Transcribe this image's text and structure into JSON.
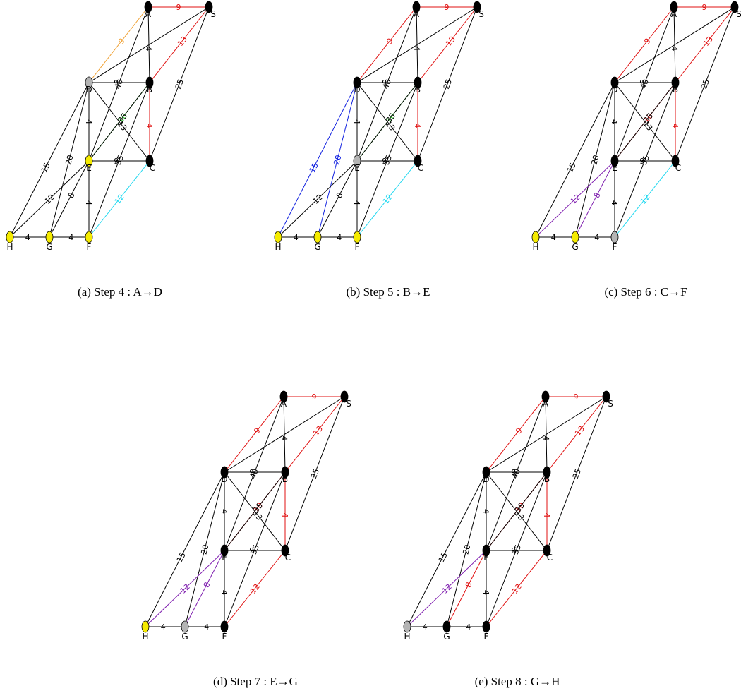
{
  "colors": {
    "default_edge": "#000000",
    "relaxed_edge": "#e01010",
    "black_node": "#000000",
    "gray_node": "#b4b4b4",
    "yellow_node": "#f5eb00",
    "orange": "#f0a030",
    "green": "#30d030",
    "cyan": "#20d8f0",
    "blue": "#1020e0",
    "purple": "#8020b0"
  },
  "graph": {
    "nodes": [
      "A",
      "S",
      "D",
      "B",
      "E",
      "C",
      "H",
      "G",
      "F"
    ],
    "edges": [
      {
        "id": "AS",
        "from": "A",
        "to": "S",
        "weight": "9"
      },
      {
        "id": "AD",
        "from": "A",
        "to": "D",
        "weight": "9"
      },
      {
        "id": "AB",
        "from": "A",
        "to": "B",
        "weight": "4"
      },
      {
        "id": "AE",
        "from": "A",
        "to": "E",
        "weight": "40"
      },
      {
        "id": "SB",
        "from": "S",
        "to": "B",
        "weight": "13"
      },
      {
        "id": "SD",
        "from": "S",
        "to": "D",
        "weight": ""
      },
      {
        "id": "SC",
        "from": "S",
        "to": "C",
        "weight": "25"
      },
      {
        "id": "DB",
        "from": "D",
        "to": "B",
        "weight": "9"
      },
      {
        "id": "DC",
        "from": "D",
        "to": "C",
        "weight": "13"
      },
      {
        "id": "DE",
        "from": "D",
        "to": "E",
        "weight": "4"
      },
      {
        "id": "DF",
        "from": "D",
        "to": "F",
        "weight": ""
      },
      {
        "id": "DH",
        "from": "D",
        "to": "H",
        "weight": "15"
      },
      {
        "id": "DG",
        "from": "D",
        "to": "G",
        "weight": "20"
      },
      {
        "id": "BE",
        "from": "B",
        "to": "E",
        "weight": "10"
      },
      {
        "id": "BC",
        "from": "B",
        "to": "C",
        "weight": "4"
      },
      {
        "id": "BF",
        "from": "B",
        "to": "F",
        "weight": "35"
      },
      {
        "id": "EC",
        "from": "E",
        "to": "C",
        "weight": "9"
      },
      {
        "id": "EF",
        "from": "E",
        "to": "F",
        "weight": "4"
      },
      {
        "id": "EH",
        "from": "E",
        "to": "H",
        "weight": "12"
      },
      {
        "id": "EG",
        "from": "E",
        "to": "G",
        "weight": "8"
      },
      {
        "id": "EB2",
        "from": "E",
        "to": "B",
        "weight": "35"
      },
      {
        "id": "CF",
        "from": "C",
        "to": "F",
        "weight": "12"
      },
      {
        "id": "HG",
        "from": "H",
        "to": "G",
        "weight": "4"
      },
      {
        "id": "GF",
        "from": "G",
        "to": "F",
        "weight": "4"
      }
    ]
  },
  "panels": [
    {
      "caption": "(a) Step 4 : A→D",
      "nodes": {
        "A": "black",
        "S": "black",
        "D": "gray",
        "B": "black",
        "E": "yellow",
        "C": "black",
        "H": "yellow",
        "G": "yellow",
        "F": "yellow"
      },
      "edges": {
        "AS": "red",
        "AD": "orange",
        "SB": "red",
        "BC": "red",
        "BE": "green",
        "CF": "cyan"
      }
    },
    {
      "caption": "(b) Step 5 : B→E",
      "nodes": {
        "A": "black",
        "S": "black",
        "D": "black",
        "B": "black",
        "E": "gray",
        "C": "black",
        "H": "yellow",
        "G": "yellow",
        "F": "yellow"
      },
      "edges": {
        "AS": "red",
        "AD": "red",
        "SB": "red",
        "BC": "red",
        "BE": "green",
        "CF": "cyan",
        "DH": "blue",
        "DG": "blue"
      }
    },
    {
      "caption": "(c) Step 6 : C→F",
      "nodes": {
        "A": "black",
        "S": "black",
        "D": "black",
        "B": "black",
        "E": "black",
        "C": "black",
        "H": "yellow",
        "G": "yellow",
        "F": "gray"
      },
      "edges": {
        "AS": "red",
        "AD": "red",
        "SB": "red",
        "BC": "red",
        "BE": "red",
        "CF": "cyan",
        "EH": "purple",
        "EG": "purple"
      }
    },
    {
      "caption": "(d) Step 7 : E→G",
      "nodes": {
        "A": "black",
        "S": "black",
        "D": "black",
        "B": "black",
        "E": "black",
        "C": "black",
        "H": "yellow",
        "G": "gray",
        "F": "black"
      },
      "edges": {
        "AS": "red",
        "AD": "red",
        "SB": "red",
        "BC": "red",
        "BE": "red",
        "CF": "red",
        "EH": "purple",
        "EG": "purple"
      }
    },
    {
      "caption": "(e) Step 8 : G→H",
      "nodes": {
        "A": "black",
        "S": "black",
        "D": "black",
        "B": "black",
        "E": "black",
        "C": "black",
        "H": "gray",
        "G": "black",
        "F": "black"
      },
      "edges": {
        "AS": "red",
        "AD": "red",
        "SB": "red",
        "BC": "red",
        "BE": "red",
        "CF": "red",
        "EH": "purple",
        "EG": "red"
      }
    }
  ]
}
